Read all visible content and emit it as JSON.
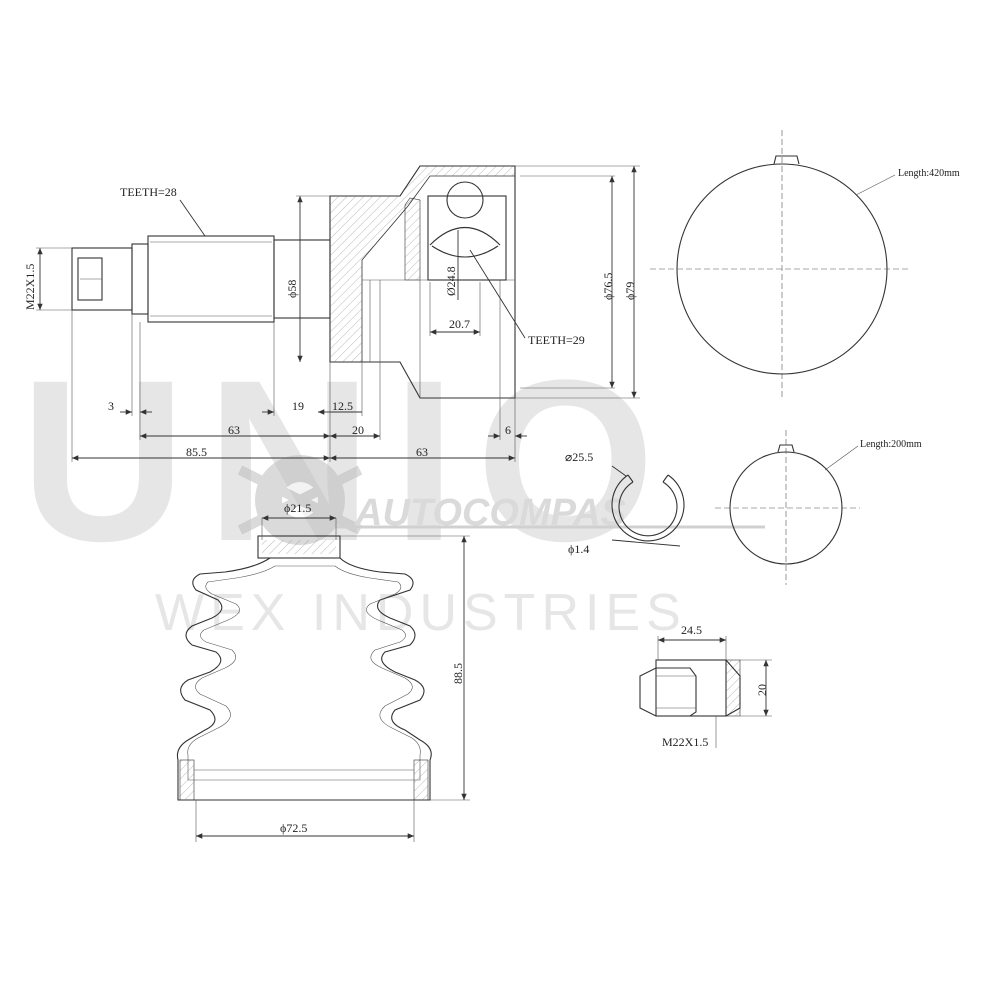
{
  "watermark": {
    "logo_text": "UNIO",
    "brand": "AUTOCOMPAS",
    "sub": "WEX INDUSTRIES"
  },
  "cv_joint": {
    "teeth_outer": "TEETH=28",
    "teeth_inner": "TEETH=29",
    "thread": "M22X1.5",
    "d58": "ϕ58",
    "d24_8": "Ø24.8",
    "d76_5": "ϕ76.5",
    "d79": "ϕ79",
    "dim_20_7": "20.7",
    "dim_3": "3",
    "dim_19": "19",
    "dim_12_5": "12.5",
    "dim_63_a": "63",
    "dim_20": "20",
    "dim_6": "6",
    "dim_85_5": "85.5",
    "dim_63_b": "63"
  },
  "clamps": {
    "large_length": "Length:420mm",
    "small_length": "Length:200mm"
  },
  "circlip": {
    "d25_5": "⌀25.5",
    "d1_4": "ϕ1.4"
  },
  "boot": {
    "d21_5": "ϕ21.5",
    "height": "88.5",
    "d72_5": "ϕ72.5"
  },
  "nut": {
    "width": "24.5",
    "height": "20",
    "thread": "M22X1.5"
  }
}
